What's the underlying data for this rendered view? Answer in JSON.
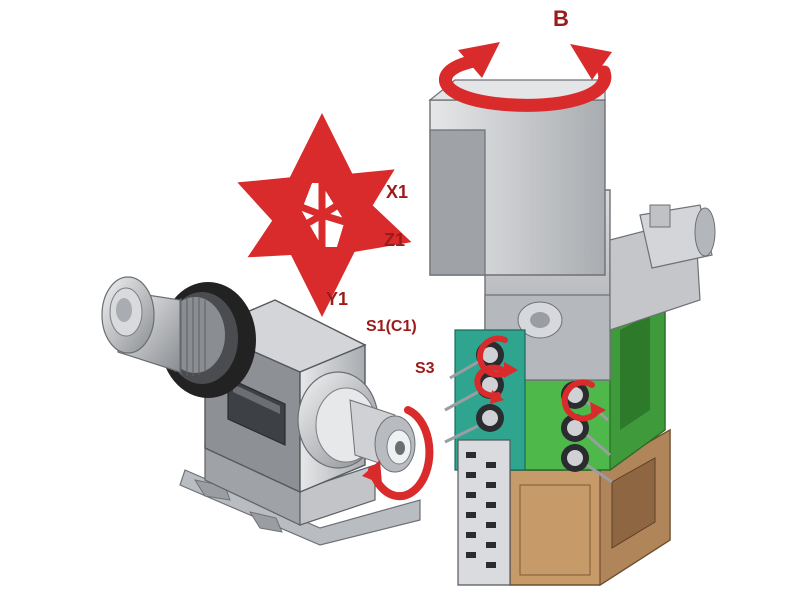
{
  "labels": {
    "rotation_b": "B",
    "axis_x1": "X1",
    "axis_z1": "Z1",
    "axis_y1": "Y1",
    "spindle_s1_c1": "S1(C1)",
    "spindle_s3": "S3"
  },
  "colors": {
    "accent_red": "#d92b2b",
    "label_red": "#9b1b1b",
    "housing_gray": "#c9cbcf",
    "housing_dark": "#8f9296",
    "carriage_green": "#4fb84a",
    "base_brown": "#c79a6a",
    "panel_teal": "#2fa58f"
  }
}
